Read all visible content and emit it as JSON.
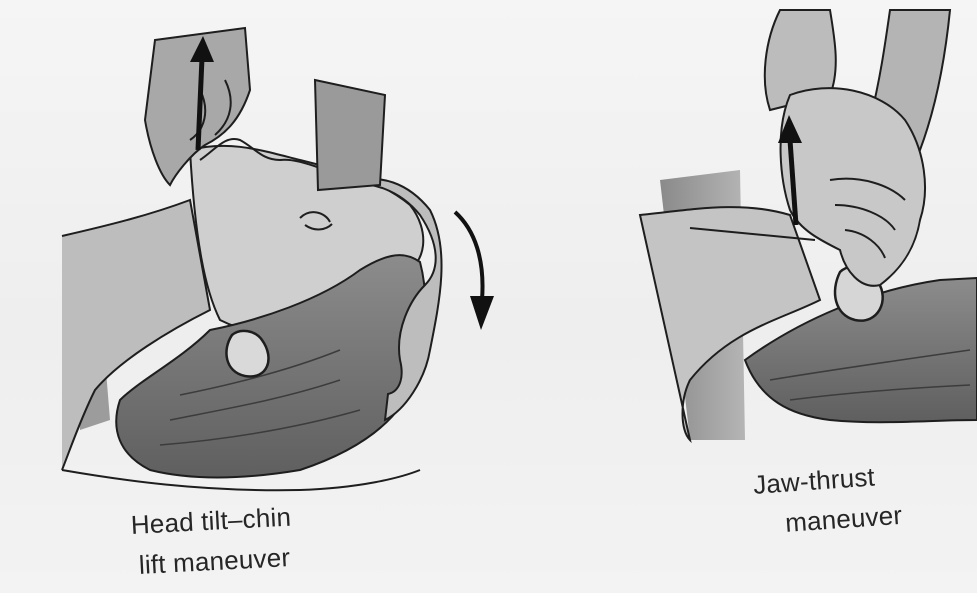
{
  "panels": [
    {
      "id": "left",
      "caption_line1": "Head tilt–chin",
      "caption_line2": "lift maneuver"
    },
    {
      "id": "right",
      "caption_line1": "Jaw-thrust",
      "caption_line2": "maneuver"
    }
  ],
  "colors": {
    "skin": "#c9c9c9",
    "skin_dark": "#8f8f8f",
    "hair": "#777777",
    "line": "#1e1e1e",
    "shadow": "#9a9a9a"
  }
}
